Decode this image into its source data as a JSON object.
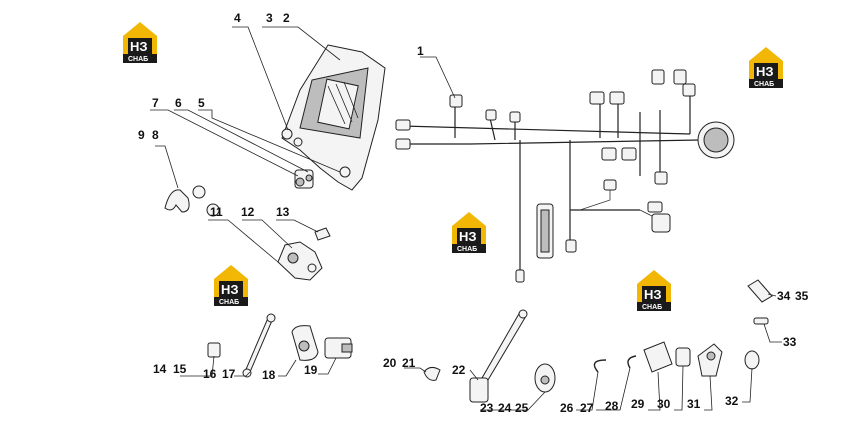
{
  "logo": {
    "monogram": "НЗ",
    "caption": "СНАБ"
  },
  "callouts": [
    {
      "id": "c1",
      "text": "1"
    },
    {
      "id": "c2",
      "text": "2"
    },
    {
      "id": "c3",
      "text": "3"
    },
    {
      "id": "c4",
      "text": "4"
    },
    {
      "id": "c5",
      "text": "5"
    },
    {
      "id": "c6",
      "text": "6"
    },
    {
      "id": "c7",
      "text": "7"
    },
    {
      "id": "c8",
      "text": "8"
    },
    {
      "id": "c9",
      "text": "9"
    },
    {
      "id": "c11",
      "text": "11"
    },
    {
      "id": "c12",
      "text": "12"
    },
    {
      "id": "c13",
      "text": "13"
    },
    {
      "id": "c14",
      "text": "14"
    },
    {
      "id": "c15",
      "text": "15"
    },
    {
      "id": "c16",
      "text": "16"
    },
    {
      "id": "c17",
      "text": "17"
    },
    {
      "id": "c18",
      "text": "18"
    },
    {
      "id": "c19",
      "text": "19"
    },
    {
      "id": "c20",
      "text": "20"
    },
    {
      "id": "c21",
      "text": "21"
    },
    {
      "id": "c22",
      "text": "22"
    },
    {
      "id": "c23",
      "text": "23"
    },
    {
      "id": "c24",
      "text": "24"
    },
    {
      "id": "c25",
      "text": "25"
    },
    {
      "id": "c26",
      "text": "26"
    },
    {
      "id": "c27",
      "text": "27"
    },
    {
      "id": "c28",
      "text": "28"
    },
    {
      "id": "c29",
      "text": "29"
    },
    {
      "id": "c30",
      "text": "30"
    },
    {
      "id": "c31",
      "text": "31"
    },
    {
      "id": "c32",
      "text": "32"
    },
    {
      "id": "c33",
      "text": "33"
    },
    {
      "id": "c34",
      "text": "34"
    },
    {
      "id": "c35",
      "text": "35"
    }
  ],
  "colors": {
    "logo_yellow": "#f2b705",
    "logo_black": "#1a1a1a",
    "line": "#222222"
  }
}
